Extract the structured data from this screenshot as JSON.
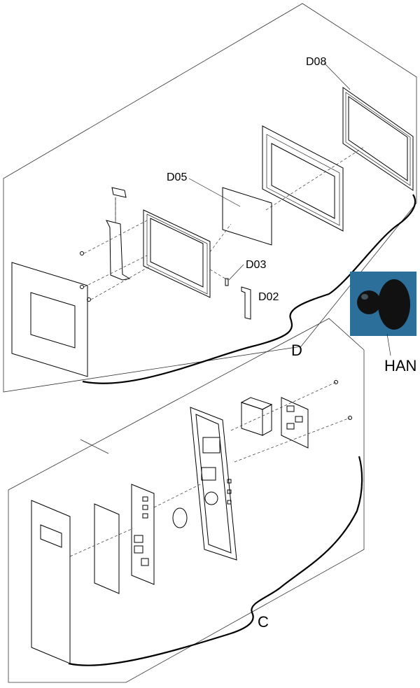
{
  "diagram": {
    "section_d_label": "D",
    "section_c_label": "C",
    "callouts": {
      "d08": "D08",
      "d05": "D05",
      "d03": "D03",
      "d02": "D02"
    },
    "inset": {
      "label": "HAN",
      "background": "#2c6f9a",
      "knob_color": "#111111"
    }
  }
}
